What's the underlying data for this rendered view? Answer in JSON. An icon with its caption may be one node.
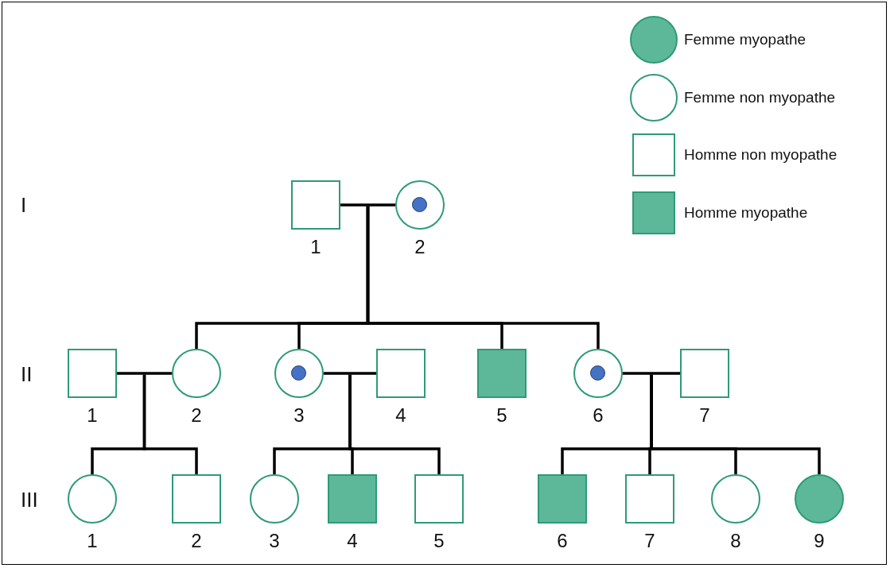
{
  "diagram": {
    "nodes": [
      {
        "text": [],
        "shape": "box",
        "beside": [
          "1"
        ]
      },
      {
        "text": [],
        "shape": "circle",
        "beside": [
          "2"
        ]
      },
      {
        "text": [],
        "shape": "circle",
        "in": 1
      },
      {
        "text": [],
        "shape": "box",
        "beside": [
          "1"
        ]
      },
      {
        "text": [],
        "shape": "circle",
        "beside": [
          "2"
        ]
      },
      {
        "text": [],
        "shape": "circle",
        "beside": [
          "3"
        ]
      },
      {
        "text": [],
        "shape": "circle",
        "in": 5
      },
      {
        "text": [],
        "shape": "box",
        "beside": [
          "4"
        ]
      },
      {
        "text": [],
        "shape": "box",
        "beside": [
          "5"
        ]
      },
      {
        "text": [],
        "shape": "circle",
        "beside": [
          "6"
        ]
      },
      {
        "text": [],
        "shape": "circle",
        "in": 9
      },
      {
        "text": [],
        "shape": "box",
        "beside": [
          "7"
        ]
      },
      {
        "text": [],
        "shape": "circle",
        "beside": [
          "1"
        ]
      },
      {
        "text": [],
        "shape": "box",
        "beside": [
          "2"
        ]
      },
      {
        "text": [],
        "shape": "circle",
        "beside": [
          "3"
        ]
      },
      {
        "text": [],
        "shape": "box",
        "beside": [
          "4"
        ]
      },
      {
        "text": [],
        "shape": "box",
        "beside": [
          "5"
        ]
      },
      {
        "text": [],
        "shape": "box",
        "beside": [
          "6"
        ]
      },
      {
        "text": [],
        "shape": "box",
        "beside": [
          "7"
        ]
      },
      {
        "text": [],
        "shape": "circle",
        "beside": [
          "8"
        ]
      },
      {
        "text": [],
        "shape": "circle",
        "beside": [
          "9"
        ]
      }
    ],
    "edges": [
      {
        "from": 0,
        "to": 1,
        "arrow": "none"
      },
      {
        "from": 0,
        "to": 4,
        "arrow": "none"
      },
      {
        "from": 1,
        "to": 4,
        "arrow": "none"
      },
      {
        "from": 0,
        "to": 5,
        "arrow": "none"
      },
      {
        "from": 1,
        "to": 5,
        "arrow": "none"
      },
      {
        "from": 0,
        "to": 8,
        "arrow": "none"
      },
      {
        "from": 1,
        "to": 8,
        "arrow": "none"
      },
      {
        "from": 0,
        "to": 9,
        "arrow": "none"
      },
      {
        "from": 1,
        "to": 9,
        "arrow": "none"
      },
      {
        "from": 3,
        "to": 4,
        "arrow": "none"
      },
      {
        "from": 3,
        "to": 12,
        "arrow": "none"
      },
      {
        "from": 4,
        "to": 12,
        "arrow": "none"
      },
      {
        "from": 3,
        "to": 13,
        "arrow": "none"
      },
      {
        "from": 4,
        "to": 13,
        "arrow": "none"
      },
      {
        "from": 5,
        "to": 7,
        "arrow": "none"
      },
      {
        "from": 5,
        "to": 14,
        "arrow": "none"
      },
      {
        "from": 7,
        "to": 14,
        "arrow": "none"
      },
      {
        "from": 5,
        "to": 15,
        "arrow": "none"
      },
      {
        "from": 7,
        "to": 15,
        "arrow": "none"
      },
      {
        "from": 5,
        "to": 16,
        "arrow": "none"
      },
      {
        "from": 7,
        "to": 16,
        "arrow": "none"
      },
      {
        "from": 9,
        "to": 11,
        "arrow": "none"
      },
      {
        "from": 9,
        "to": 17,
        "arrow": "none"
      },
      {
        "from": 11,
        "to": 17,
        "arrow": "none"
      },
      {
        "from": 9,
        "to": 18,
        "arrow": "none"
      },
      {
        "from": 11,
        "to": 18,
        "arrow": "none"
      },
      {
        "from": 9,
        "to": 19,
        "arrow": "none"
      },
      {
        "from": 11,
        "to": 19,
        "arrow": "none"
      },
      {
        "from": 9,
        "to": 20,
        "arrow": "none"
      },
      {
        "from": 11,
        "to": 20,
        "arrow": "none"
      }
    ],
    "labels": [
      "I",
      "II",
      "III"
    ],
    "legend": [
      {
        "text": "Femme myopathe",
        "color": "#5cb899"
      },
      {
        "text": "Femme non myopathe"
      },
      {
        "text": "Homme non myopathe"
      },
      {
        "text": "Homme myopathe",
        "color": "#5cb899"
      }
    ]
  }
}
